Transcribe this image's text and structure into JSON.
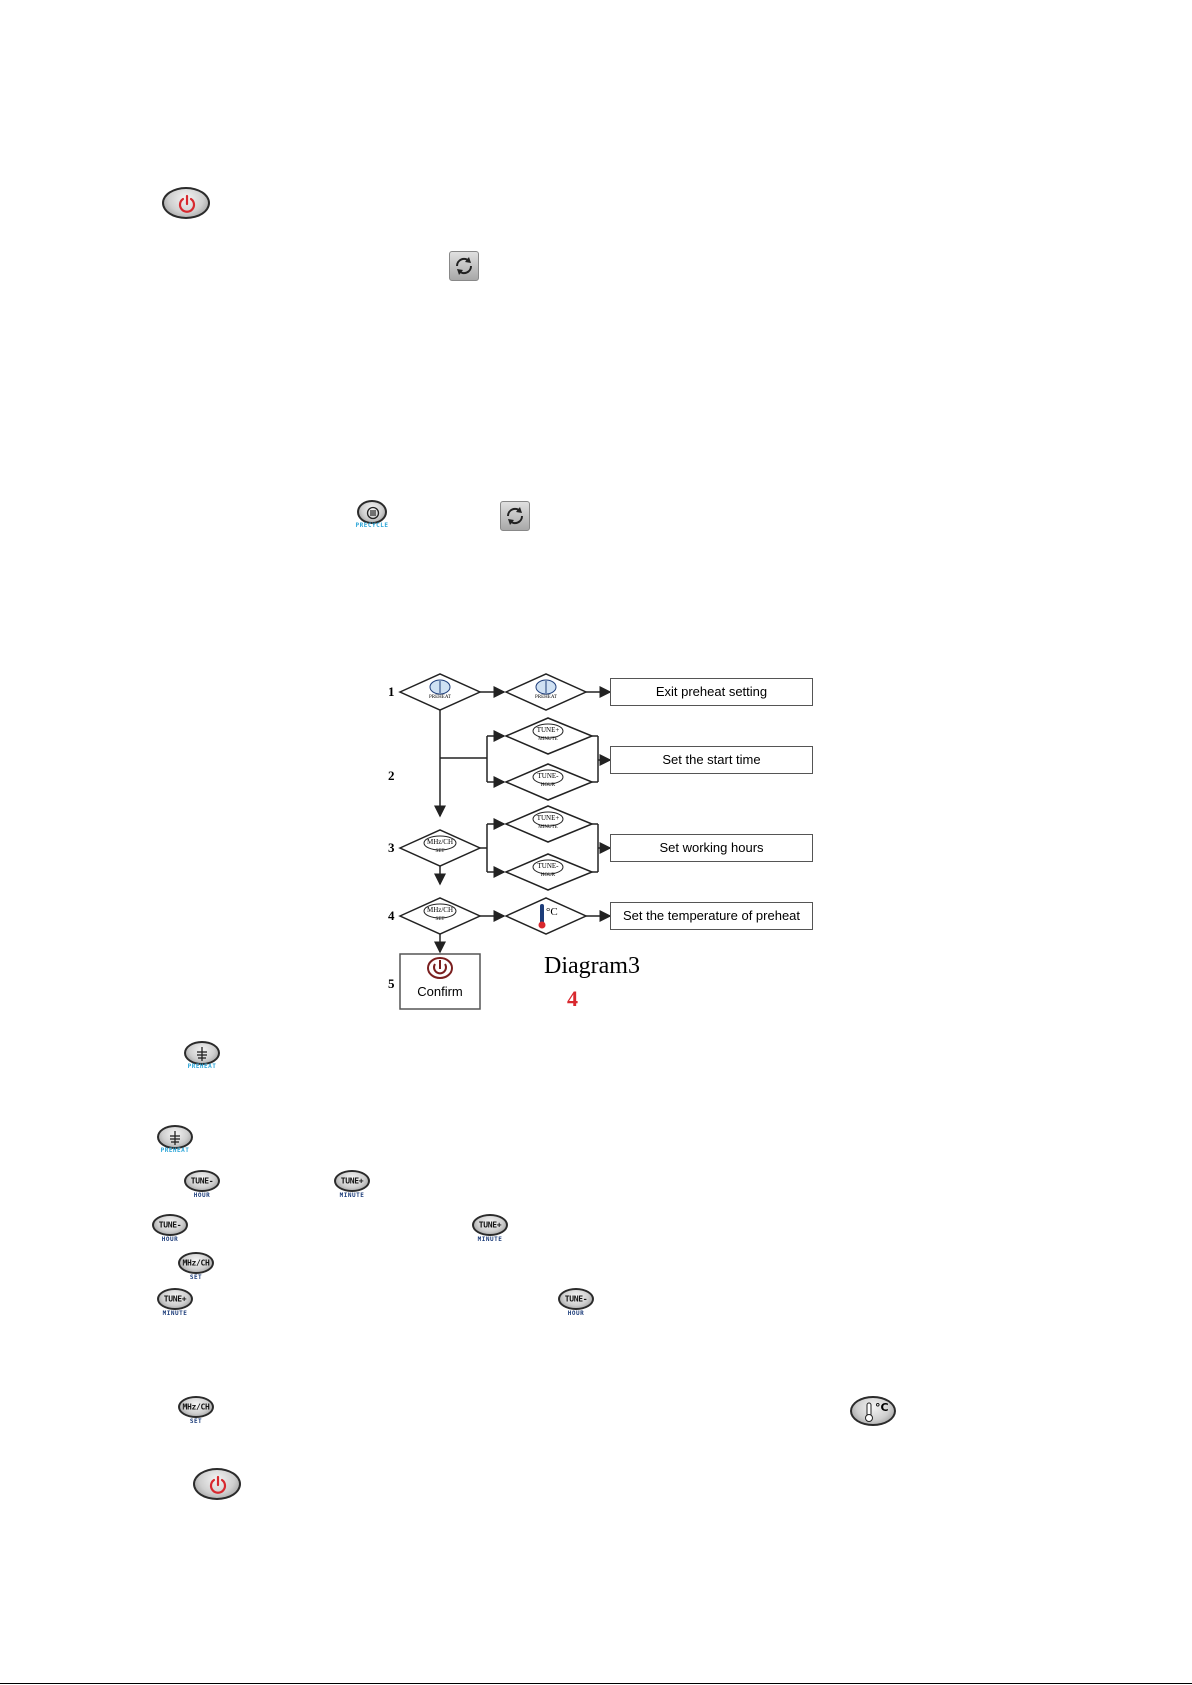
{
  "buttons": {
    "tune_minus": "TUNE-",
    "tune_plus": "TUNE+",
    "mhz_ch": "MHz/CH",
    "sub_hour": "HOUR",
    "sub_minute": "MINUTE",
    "sub_set": "SET",
    "sub_preheat": "PREHEAT",
    "sub_precycle": "PRECYCLE",
    "celsius": "°C"
  },
  "diagram": {
    "steps": [
      "1",
      "2",
      "3",
      "4",
      "5"
    ],
    "boxes": {
      "exit": "Exit preheat setting",
      "start_time": "Set the start time",
      "working_hours": "Set working hours",
      "temperature": "Set the temperature of preheat",
      "confirm": "Confirm"
    },
    "diamonds": {
      "preheat": "PREHEAT",
      "tune_plus": "TUNE+",
      "tune_minus": "TUNE-",
      "minute": "MINUTE",
      "hour": "HOUR",
      "mhz_ch": "MHz/CH",
      "set": "SET",
      "celsius": "°C"
    },
    "title": "Diagram3",
    "number": "4"
  },
  "icons": {
    "power": "power-icon",
    "cycle": "cycle-icon",
    "preheat": "preheat-icon",
    "thermometer": "thermometer-icon"
  },
  "colors": {
    "power_red": "#d8282e",
    "label_blue": "#1d3d7a",
    "label_cyan": "#2aa5d8",
    "diagram_number": "#d8282e"
  }
}
